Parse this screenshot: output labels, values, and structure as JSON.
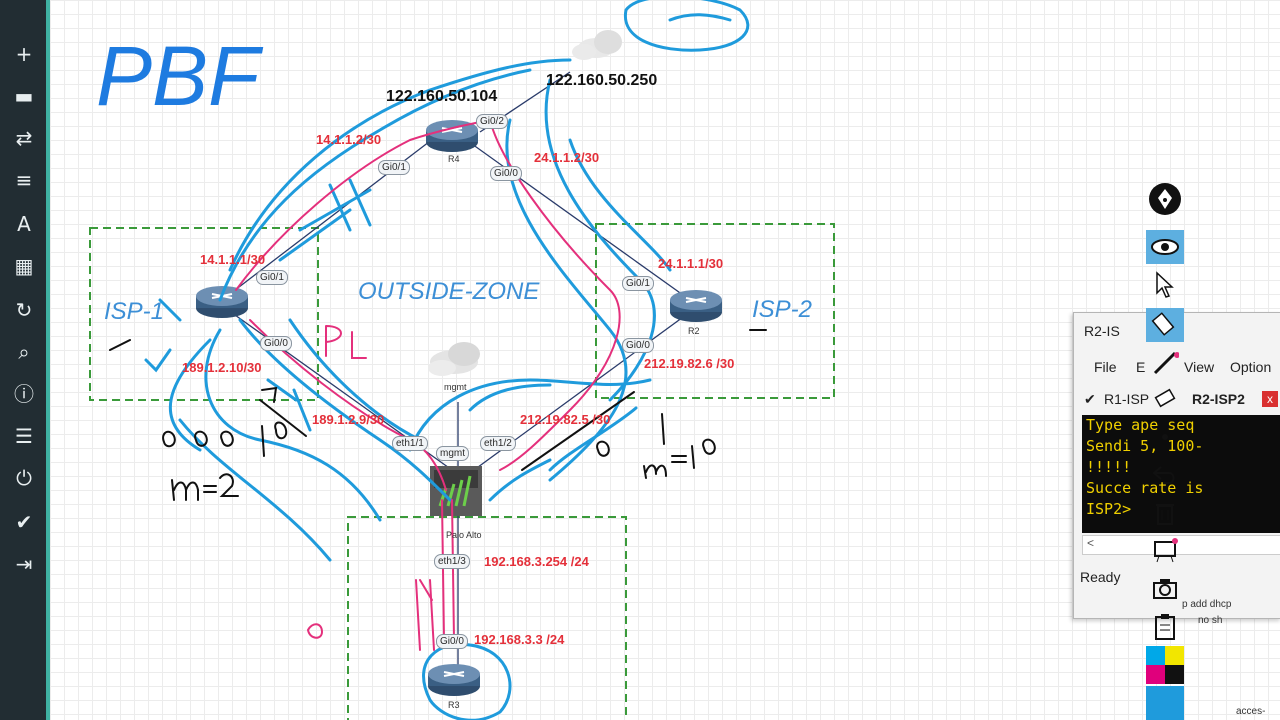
{
  "title": "PBF",
  "zones": {
    "isp1": "ISP-1",
    "isp2": "ISP-2",
    "outside": "OUTSIDE-ZONE"
  },
  "public_ips": {
    "r4": "122.160.50.104",
    "cloud": "122.160.50.250"
  },
  "nodes": {
    "r4": "R4",
    "r2": "R2",
    "r3": "R3",
    "mgmt": "mgmt",
    "fw": "Palo Alto"
  },
  "ports": {
    "r4_gi00": "Gi0/0",
    "r4_gi01": "Gi0/1",
    "r4_gi02": "Gi0/2",
    "isp1_gi01": "Gi0/1",
    "isp1_gi00": "Gi0/0",
    "r2_gi01": "Gi0/1",
    "r2_gi00": "Gi0/0",
    "fw_eth11": "eth1/1",
    "fw_mgmt": "mgmt",
    "fw_eth12": "eth1/2",
    "fw_eth13": "eth1/3",
    "r3_gi00": "Gi0/0"
  },
  "ip_labels": {
    "l1": "14.1.1.2/30",
    "l2": "24.1.1.2/30",
    "l3": "14.1.1.1/30",
    "l4": "24.1.1.1/30",
    "l5": "189.1.2.10/30",
    "l6": "212.19.82.6 /30",
    "l7": "189.1.2.9/30",
    "l8": "212.19.82.5 /30",
    "l9": "192.168.3.254 /24",
    "l10": "192.168.3.3 /24"
  },
  "console": {
    "title": "R2-IS",
    "menu": [
      "File",
      "E",
      "View",
      "Option"
    ],
    "tabs": [
      "R1-ISP",
      "R2-ISP2"
    ],
    "lines": [
      "Type  ape seq",
      "Sendi  5, 100-",
      "!!!!!",
      "Succe  rate is",
      "ISP2>"
    ],
    "status": "Ready",
    "right_notes": [
      "p add dhcp",
      "no sh"
    ]
  },
  "footer_note": "acces-",
  "colors": {
    "blue_ink": "#1f9bdc",
    "pink_ink": "#e4307c",
    "red_label": "#e4303a",
    "zone_border": "#3a9a3a",
    "sidebar": "#222d33",
    "sidebar_accent": "#3fb1a3"
  }
}
